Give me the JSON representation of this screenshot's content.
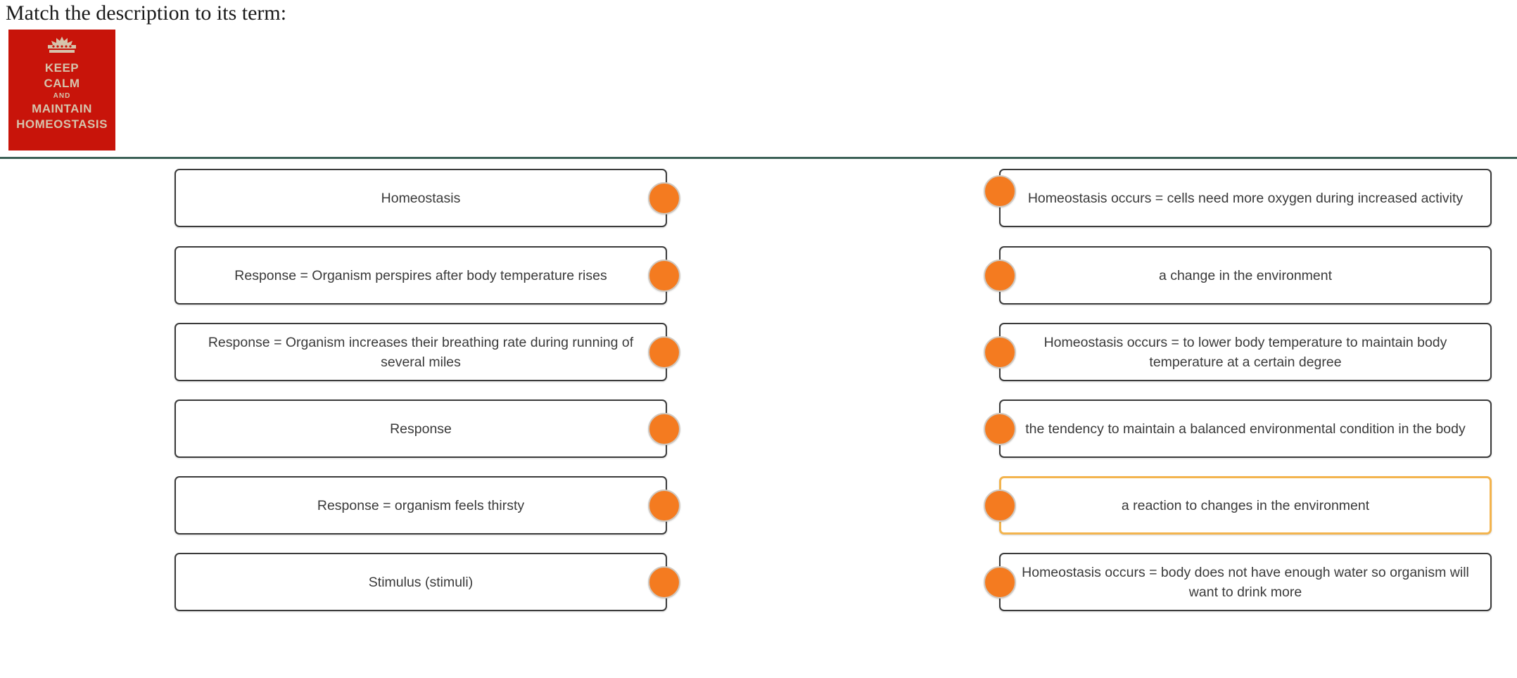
{
  "header": {
    "title": "Match the description to its term:",
    "poster": {
      "name": "keep-calm-and-maintain-homeostasis-poster",
      "line1": "KEEP",
      "line2": "CALM",
      "line3": "AND",
      "line4": "MAINTAIN",
      "line5": "HOMEOSTASIS",
      "background_color": "#c8140a",
      "text_color": "#d6c4ac",
      "icon": "crown-icon"
    },
    "divider_color": "#3c6157"
  },
  "board": {
    "dot_color": "#f47b20",
    "dot_ring_color": "#cfc8c0",
    "card_border_color": "#3b3b3b",
    "selected_border_color": "#f3b44e",
    "left_column": [
      {
        "id": "term-homeostasis",
        "text": "Homeostasis",
        "selected": false
      },
      {
        "id": "term-response-perspires",
        "text": "Response = Organism perspires after body temperature rises",
        "selected": false
      },
      {
        "id": "term-response-breathing",
        "text": "Response = Organism increases their breathing rate during running of several miles",
        "selected": false
      },
      {
        "id": "term-response",
        "text": "Response",
        "selected": false
      },
      {
        "id": "term-response-thirsty",
        "text": "Response = organism feels thirsty",
        "selected": false
      },
      {
        "id": "term-stimulus",
        "text": "Stimulus (stimuli)",
        "selected": false
      }
    ],
    "right_column": [
      {
        "id": "desc-oxygen",
        "text": "Homeostasis occurs = cells need more oxygen during increased activity",
        "selected": false
      },
      {
        "id": "desc-change-environment",
        "text": "a change in the environment",
        "selected": false
      },
      {
        "id": "desc-lower-body-temp",
        "text": "Homeostasis occurs = to lower body temperature to maintain body temperature at a certain degree",
        "selected": false
      },
      {
        "id": "desc-tendency-balanced",
        "text": "the tendency to maintain a balanced environmental condition in the body",
        "selected": false
      },
      {
        "id": "desc-reaction-changes",
        "text": "a reaction to changes in the environment",
        "selected": true
      },
      {
        "id": "desc-not-enough-water",
        "text": "Homeostasis occurs = body does not have enough water so organism will want to drink more",
        "selected": false
      }
    ]
  }
}
